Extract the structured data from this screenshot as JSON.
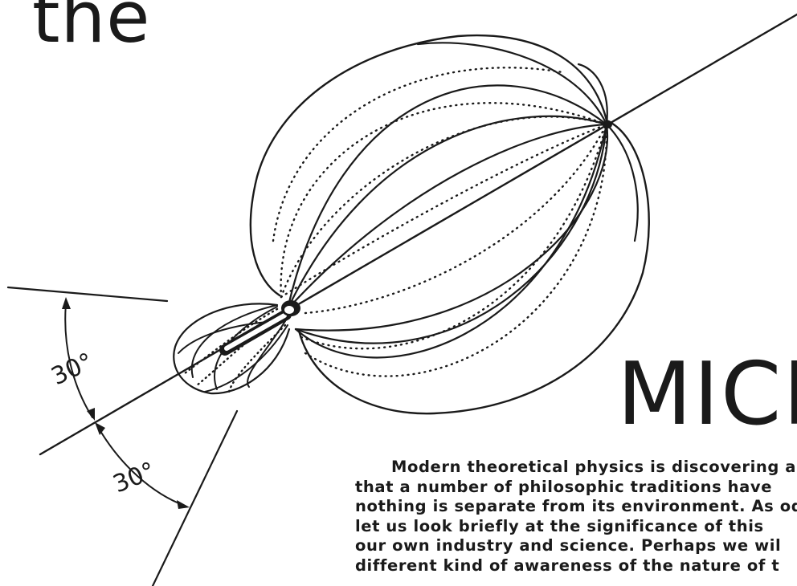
{
  "heading": {
    "title_top": "the",
    "title_bottom": "MICR"
  },
  "diagram": {
    "angle_upper": "30°",
    "angle_lower": "30°"
  },
  "body": {
    "lines": [
      "Modern theoretical physics is discovering a",
      "that a number of philosophic traditions have",
      "nothing is separate from its environment. As od",
      "let us look briefly at the significance of this",
      "our own industry and science. Perhaps we wil",
      "different kind of awareness of the nature of t"
    ]
  }
}
